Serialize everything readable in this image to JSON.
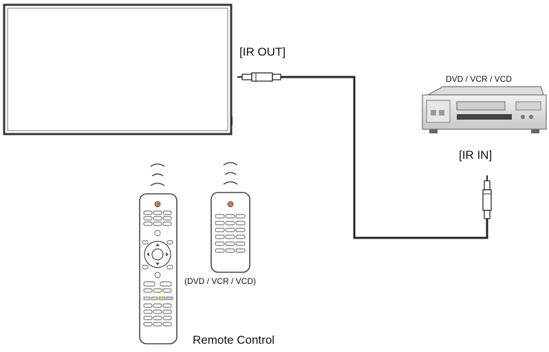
{
  "labels": {
    "ir_out": "[IR OUT]",
    "dvd_device": "DVD / VCR / VCD",
    "ir_in": "[IR IN]",
    "remote_device": "(DVD / VCR / VCD)",
    "remote_control": "Remote Control"
  }
}
